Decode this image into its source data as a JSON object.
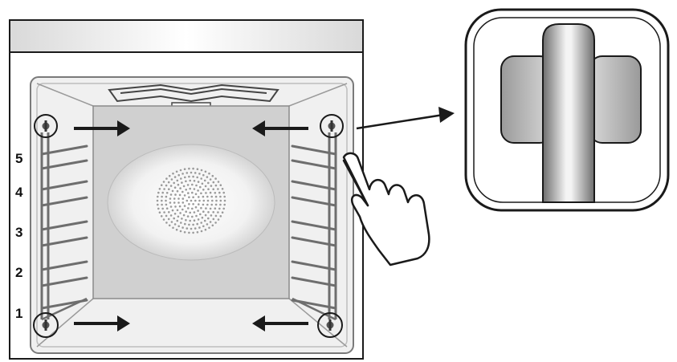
{
  "oven": {
    "shelf_levels": [
      "5",
      "4",
      "3",
      "2",
      "1"
    ]
  },
  "colors": {
    "outline": "#1a1a1a",
    "back_panel": "#cfcfcf",
    "cavity": "#ededed",
    "rail_gray": "#6e6e6e"
  },
  "icons": {
    "hand": "pointing-hand-icon",
    "arrow": "arrow-icon",
    "clip_detail": "rail-clip-detail-icon"
  }
}
